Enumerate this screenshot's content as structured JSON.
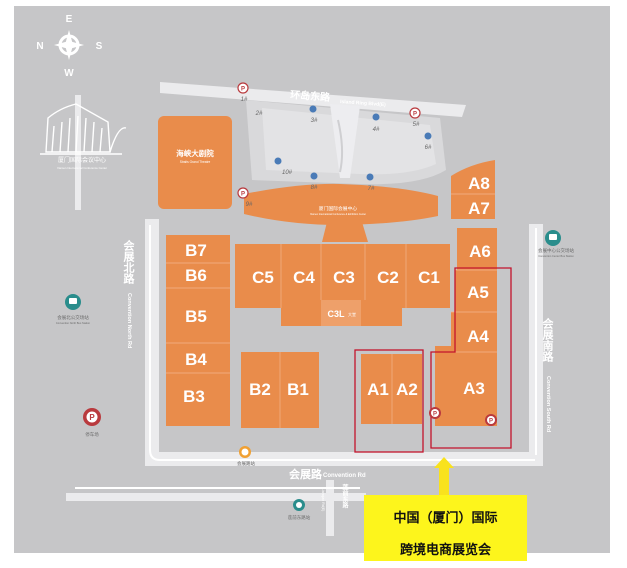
{
  "compass": {
    "n": "N",
    "e": "E",
    "s": "S",
    "w": "W"
  },
  "roads": {
    "island_ring_cn": "环岛东路",
    "island_ring_en": "Island Ring Blvd(E)",
    "convention_north_cn": "会展北路",
    "convention_north_en": "Convention North Rd",
    "convention_south_cn": "会展南路",
    "convention_south_en": "Convention South Rd",
    "convention_cn": "会展路",
    "convention_en": "Convention Rd",
    "side_road_cn": "莲前东路",
    "side_road_en": "Lianqian Rd(E)"
  },
  "landmarks": {
    "center_cn": "厦门国际会议中心",
    "center_en": "Xiamen International Conference Center",
    "theatre_cn": "海峡大剧院",
    "theatre_en": "Straits Grand Theatre",
    "hall_main_cn": "厦门国际会展中心",
    "hall_main_en": "Xiamen International Conference & Exhibition Center"
  },
  "halls": {
    "a8": "A8",
    "a7": "A7",
    "a6": "A6",
    "a5": "A5",
    "a4": "A4",
    "a3": "A3",
    "a1": "A1",
    "a2": "A2",
    "b7": "B7",
    "b6": "B6",
    "b5": "B5",
    "b4": "B4",
    "b3": "B3",
    "b2": "B2",
    "b1": "B1",
    "c5": "C5",
    "c4": "C4",
    "c3": "C3",
    "c2": "C2",
    "c1": "C1",
    "c3l": "C3L",
    "c3l_sub": "大堂"
  },
  "markers": {
    "p1": "1#",
    "p2": "2#",
    "p3": "3#",
    "p4": "4#",
    "p5": "5#",
    "p6": "6#",
    "p7": "7#",
    "p8": "8#",
    "p9": "9#",
    "p10": "10#",
    "parking_symbol": "P"
  },
  "stations": {
    "south_bus_cn": "会展中心公交场站",
    "south_bus_en": "Convention Center Bus Station",
    "west_bus_cn": "会展北公交场站",
    "west_bus_en": "Convention North Bus Station",
    "parking_cn": "停车场",
    "road_station_cn": "会展路站",
    "bottom_station_cn": "莲前东路站"
  },
  "callout": {
    "line1": "中国（厦门）国际",
    "line2": "跨境电商展览会"
  },
  "colors": {
    "hall": "#e98c4b",
    "hall_text": "#ffffff",
    "highlight": "#c3142d",
    "callout_bg": "#fdf51c",
    "parking": "#b93a3e",
    "bus": "#2a8d8c"
  }
}
